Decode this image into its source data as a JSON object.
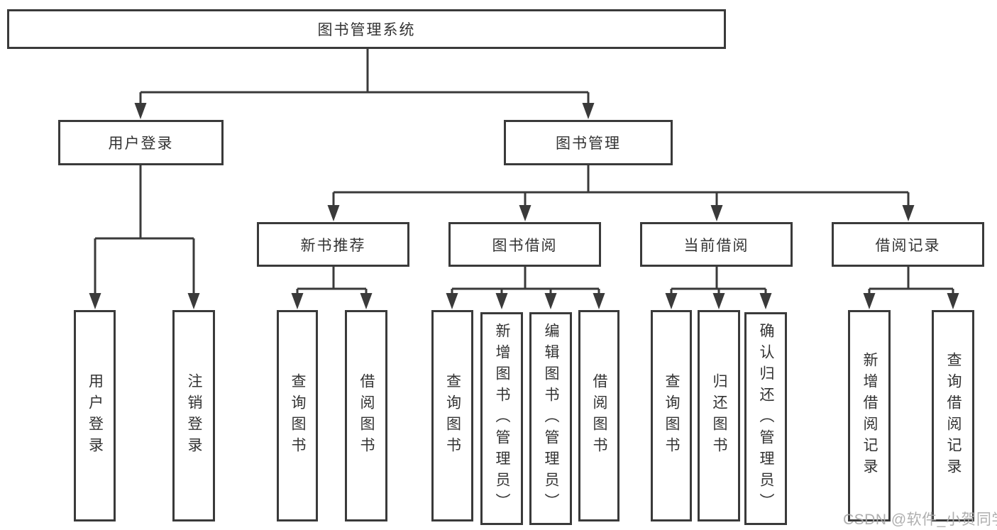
{
  "diagram": {
    "title": "图书管理系统",
    "children": [
      {
        "label": "用户登录",
        "children": [
          {
            "label": "用户登录"
          },
          {
            "label": "注销登录"
          }
        ]
      },
      {
        "label": "图书管理",
        "children": [
          {
            "label": "新书推荐",
            "children": [
              {
                "label": "查询图书"
              },
              {
                "label": "借阅图书"
              }
            ]
          },
          {
            "label": "图书借阅",
            "children": [
              {
                "label": "查询图书"
              },
              {
                "label": "新增图书（管理员）"
              },
              {
                "label": "编辑图书（管理员）"
              },
              {
                "label": "借阅图书"
              }
            ]
          },
          {
            "label": "当前借阅",
            "children": [
              {
                "label": "查询图书"
              },
              {
                "label": "归还图书"
              },
              {
                "label": "确认归还（管理员）"
              }
            ]
          },
          {
            "label": "借阅记录",
            "children": [
              {
                "label": "新增借阅记录"
              },
              {
                "label": "查询借阅记录"
              }
            ]
          }
        ]
      }
    ]
  },
  "colors": {
    "line": "#3a3a3a",
    "text": "#333333",
    "watermark": "#a8a8a8"
  },
  "watermark": {
    "text": "CSDN @软件_小贺同学"
  }
}
